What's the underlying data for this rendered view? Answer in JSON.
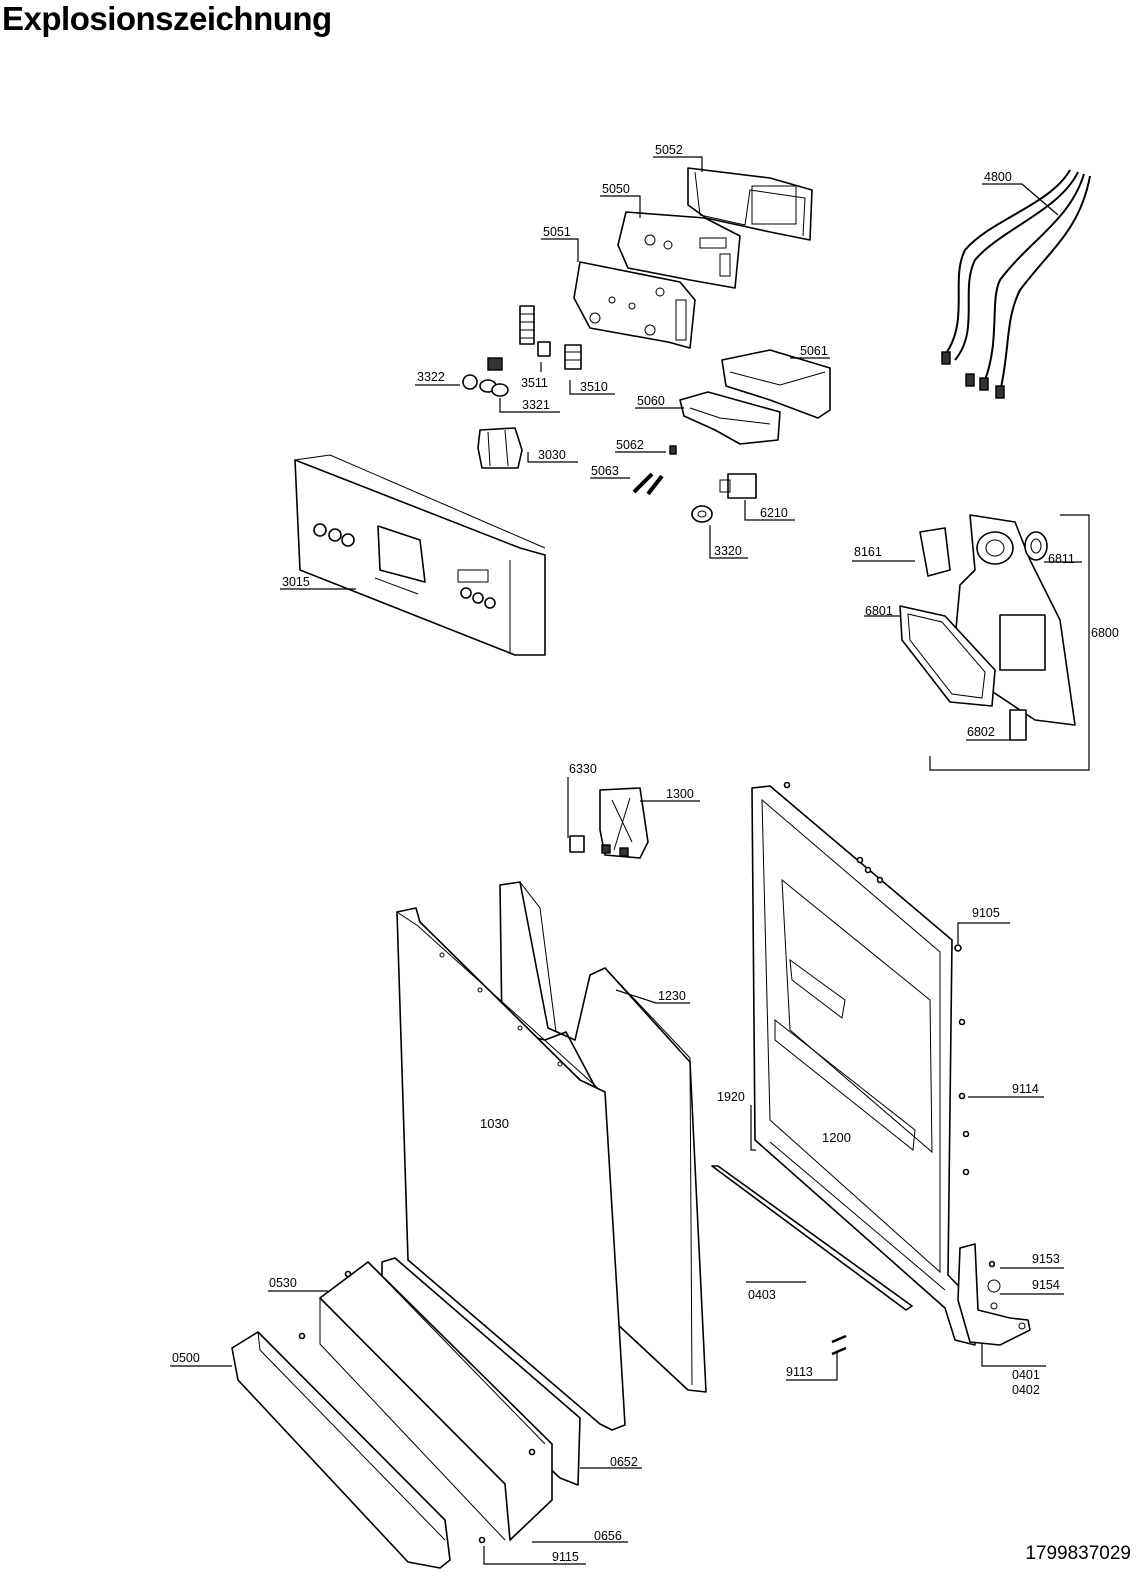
{
  "title": "Explosionszeichnung",
  "document_number": "1799837029",
  "labels": {
    "l5052": "5052",
    "l5050": "5050",
    "l5051": "5051",
    "l4800": "4800",
    "l3322": "3322",
    "l3511": "3511",
    "l3510": "3510",
    "l3321": "3321",
    "l5061": "5061",
    "l5060": "5060",
    "l5062": "5062",
    "l3030": "3030",
    "l5063": "5063",
    "l6210": "6210",
    "l3320": "3320",
    "l3015": "3015",
    "l8161": "8161",
    "l6811": "6811",
    "l6801": "6801",
    "l6800": "6800",
    "l6802": "6802",
    "l6330": "6330",
    "l1300": "1300",
    "l9105": "9105",
    "l1230": "1230",
    "l1030": "1030",
    "l9114": "9114",
    "l1920": "1920",
    "l1200": "1200",
    "l9153": "9153",
    "l0530": "0530",
    "l9154": "9154",
    "l0403": "0403",
    "l0500": "0500",
    "l9113": "9113",
    "l0401": "0401",
    "l0402": "0402",
    "l0652": "0652",
    "l0656": "0656",
    "l9115": "9115"
  }
}
